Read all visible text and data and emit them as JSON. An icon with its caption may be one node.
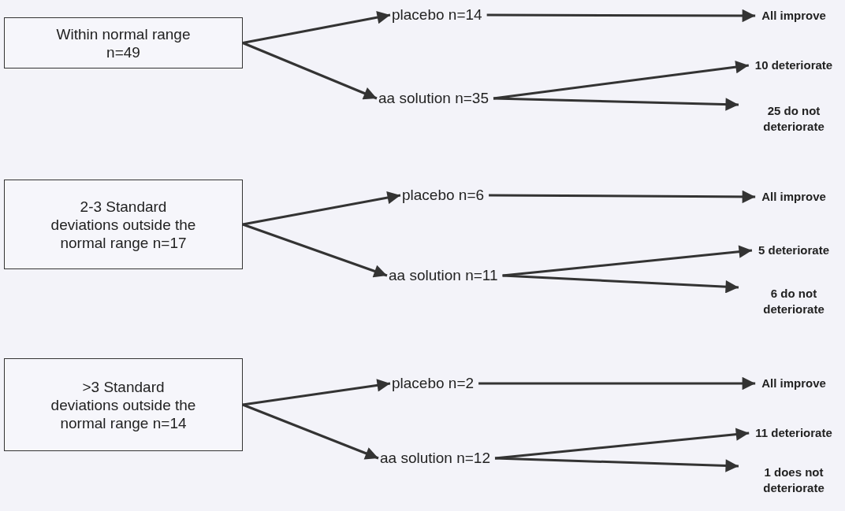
{
  "diagram": {
    "nodes": [
      {
        "text": [
          "Within normal range n=49"
        ]
      },
      {
        "text": [
          "placebo n=14"
        ]
      },
      {
        "text": [
          "aa solution n=35"
        ]
      },
      {
        "text": [
          "All improve"
        ]
      },
      {
        "text": [
          "10 deteriorate"
        ]
      },
      {
        "text": [
          "25 do not deteriorate"
        ]
      },
      {
        "text": [
          "2-3 Standard deviations outside the normal range n=17"
        ]
      },
      {
        "text": [
          "placebo n=6"
        ]
      },
      {
        "text": [
          "aa solution n=11"
        ]
      },
      {
        "text": [
          "All improve"
        ]
      },
      {
        "text": [
          "5 deteriorate"
        ]
      },
      {
        "text": [
          "6 do not deteriorate"
        ]
      },
      {
        "text": [
          ">3 Standard deviations outside the normal range n=14"
        ]
      },
      {
        "text": [
          "placebo n=2"
        ]
      },
      {
        "text": [
          "aa solution n=12"
        ]
      },
      {
        "text": [
          "All improve"
        ]
      },
      {
        "text": [
          "11 deteriorate"
        ]
      },
      {
        "text": [
          "1 does not deteriorate"
        ]
      }
    ],
    "edges": [
      {
        "from": 0,
        "to": 1,
        "arrow": "to"
      },
      {
        "from": 0,
        "to": 2,
        "arrow": "to"
      },
      {
        "from": 1,
        "to": 3,
        "arrow": "to"
      },
      {
        "from": 2,
        "to": 4,
        "arrow": "to"
      },
      {
        "from": 2,
        "to": 5,
        "arrow": "to"
      },
      {
        "from": 6,
        "to": 7,
        "arrow": "to"
      },
      {
        "from": 6,
        "to": 8,
        "arrow": "to"
      },
      {
        "from": 7,
        "to": 9,
        "arrow": "to"
      },
      {
        "from": 8,
        "to": 10,
        "arrow": "to"
      },
      {
        "from": 8,
        "to": 11,
        "arrow": "to"
      },
      {
        "from": 12,
        "to": 13,
        "arrow": "to"
      },
      {
        "from": 12,
        "to": 14,
        "arrow": "to"
      },
      {
        "from": 13,
        "to": 15,
        "arrow": "to"
      },
      {
        "from": 14,
        "to": 16,
        "arrow": "to"
      },
      {
        "from": 14,
        "to": 17,
        "arrow": "to"
      }
    ]
  }
}
